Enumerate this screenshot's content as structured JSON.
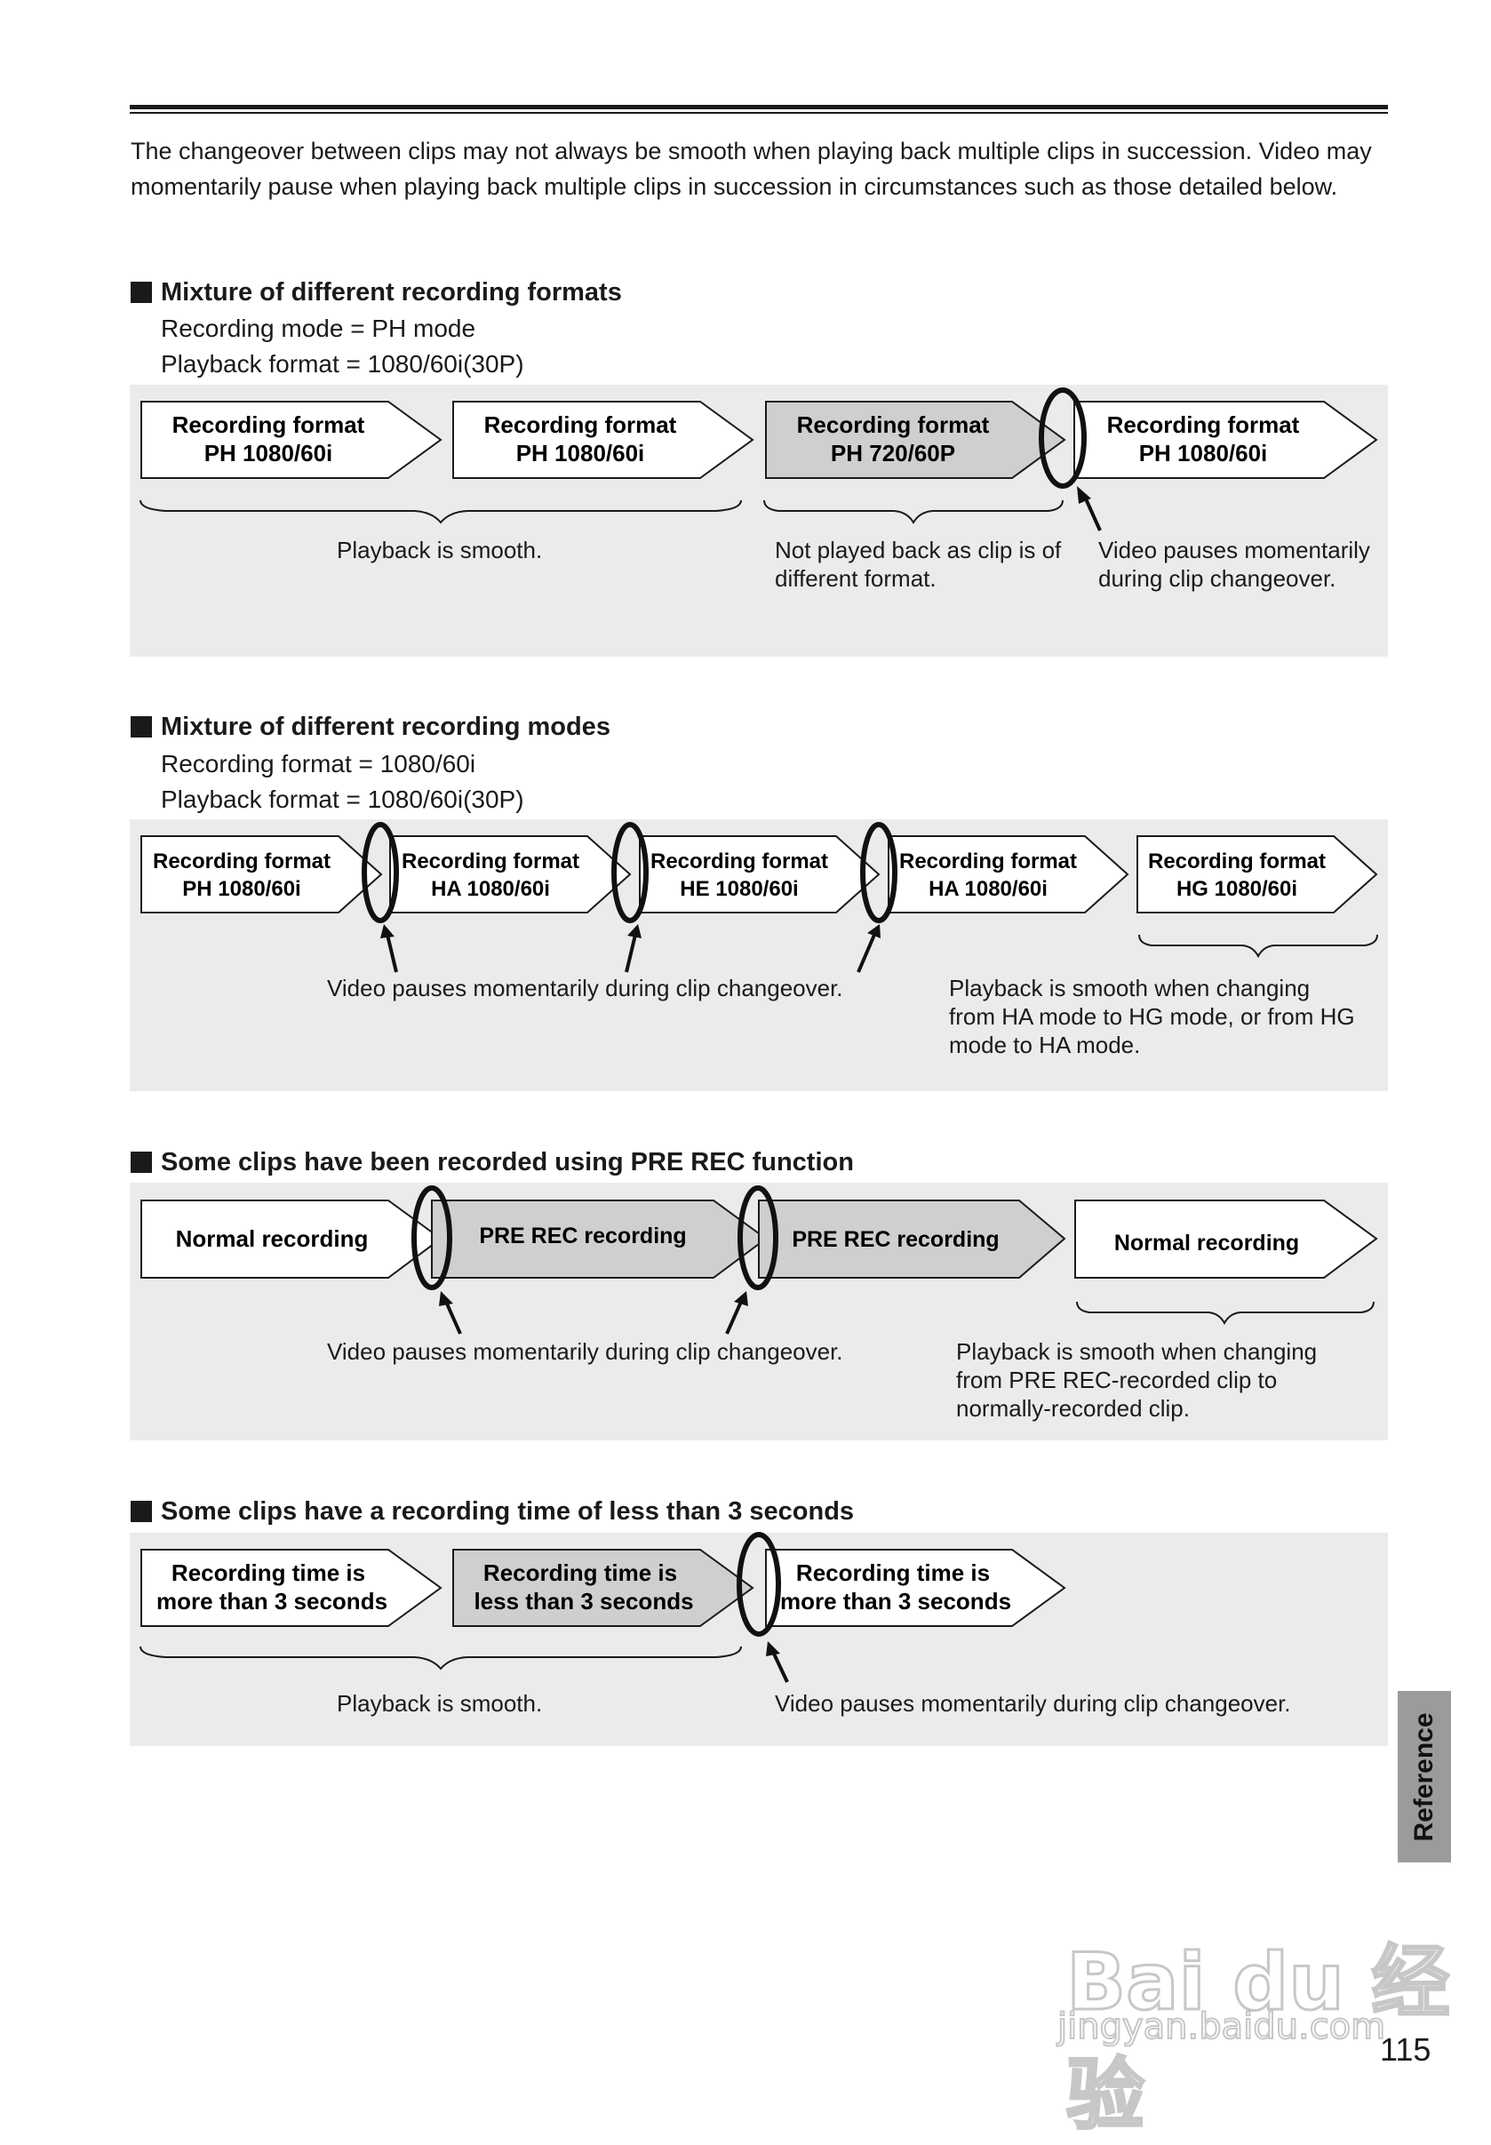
{
  "intro": "The changeover between clips may not always be smooth when playing back multiple clips in succession. Video may momentarily pause when playing back multiple clips in succession in circumstances such as those detailed below.",
  "section1": {
    "title": "Mixture of different recording formats",
    "sub1": "Recording mode = PH mode",
    "sub2": "Playback format = 1080/60i(30P)",
    "boxes": [
      {
        "line1": "Recording format",
        "line2": "PH 1080/60i"
      },
      {
        "line1": "Recording format",
        "line2": "PH 1080/60i"
      },
      {
        "line1": "Recording format",
        "line2": "PH 720/60P"
      },
      {
        "line1": "Recording format",
        "line2": "PH 1080/60i"
      }
    ],
    "note_smooth": "Playback is smooth.",
    "note_not_played": "Not played back as clip is of different format.",
    "note_pause": "Video pauses momentarily during clip changeover."
  },
  "section2": {
    "title": "Mixture of different recording modes",
    "sub1": "Recording format = 1080/60i",
    "sub2": "Playback format = 1080/60i(30P)",
    "boxes": [
      {
        "line1": "Recording format",
        "line2": "PH 1080/60i"
      },
      {
        "line1": "Recording format",
        "line2": "HA 1080/60i"
      },
      {
        "line1": "Recording format",
        "line2": "HE 1080/60i"
      },
      {
        "line1": "Recording format",
        "line2": "HA 1080/60i"
      },
      {
        "line1": "Recording format",
        "line2": "HG 1080/60i"
      }
    ],
    "note_pause": "Video pauses momentarily during clip changeover.",
    "note_smooth": "Playback is smooth when changing from HA mode to HG mode, or from HG mode to HA mode."
  },
  "section3": {
    "title": "Some clips have been recorded using PRE REC function",
    "boxes": [
      {
        "line1": "Normal recording"
      },
      {
        "line1": "PRE REC recording"
      },
      {
        "line1": "PRE REC recording"
      },
      {
        "line1": "Normal recording"
      }
    ],
    "note_pause": "Video pauses momentarily during clip changeover.",
    "note_smooth": "Playback is smooth when changing from PRE REC-recorded clip to normally-recorded clip."
  },
  "section4": {
    "title": "Some clips have a recording time of less than 3 seconds",
    "boxes": [
      {
        "line1": "Recording time is",
        "line2": "more than 3 seconds"
      },
      {
        "line1": "Recording time is",
        "line2": "less than 3 seconds"
      },
      {
        "line1": "Recording time is",
        "line2": "more than 3 seconds"
      }
    ],
    "note_smooth": "Playback is smooth.",
    "note_pause": "Video pauses momentarily during clip changeover."
  },
  "side_tab": "Reference",
  "page_number": "115",
  "watermark": {
    "brand": "Bai du 经验",
    "url": "jingyan.baidu.com"
  },
  "colors": {
    "panel": "#ebebeb",
    "highlight_box": "#cfcfcf",
    "ink": "#1a1a1a"
  }
}
